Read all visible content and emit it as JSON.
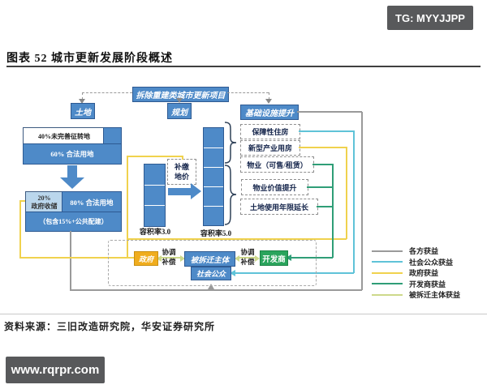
{
  "header": {
    "tg_badge": "TG: MYYJJPP",
    "figure_title": "图表 52 城市更新发展阶段概述"
  },
  "footer": {
    "source": "资料来源：三旧改造研究院，华安证券研究所",
    "site_badge": "www.rqrpr.com"
  },
  "diagram": {
    "root_label": "拆除重建类城市更新项目",
    "stage_land": "土地",
    "stage_planning": "规划",
    "stage_infra": "基础设施提升",
    "land_before": {
      "unperfected": "40%未完善征转地",
      "legal": "60% 合法用地"
    },
    "land_after": {
      "gov_pct": "20%",
      "gov_name": "政府收储",
      "legal": "80% 合法用地",
      "note": "（包含15%+公共配建）"
    },
    "plot_ratio_before": "容积率3.0",
    "plot_ratio_after": "容积率5.0",
    "premium": {
      "line1": "补缴",
      "line2": "地价"
    },
    "outcomes": [
      "保障性住房",
      "新型产业用房",
      "物业（可售/租赁）",
      "物业价值提升",
      "土地使用年限延长"
    ],
    "parties": {
      "government": "政府",
      "demolished": "被拆迁主体",
      "developer": "开发商",
      "public": "社会公众"
    },
    "compensation": {
      "line1": "协调",
      "line2": "补偿"
    },
    "legend": [
      {
        "label": "各方获益",
        "color": "#9a9a9a"
      },
      {
        "label": "社会公众获益",
        "color": "#5fc3d8"
      },
      {
        "label": "政府获益",
        "color": "#f0d24e"
      },
      {
        "label": "开发商获益",
        "color": "#2f9e77"
      },
      {
        "label": "被拆迁主体获益",
        "color": "#cdd98b"
      }
    ],
    "colors": {
      "primary_blue": "#4e8ac8",
      "light_blue": "#bad6ec",
      "gov_yellow": "#f0ad1e",
      "dev_green": "#2aa45c"
    }
  }
}
